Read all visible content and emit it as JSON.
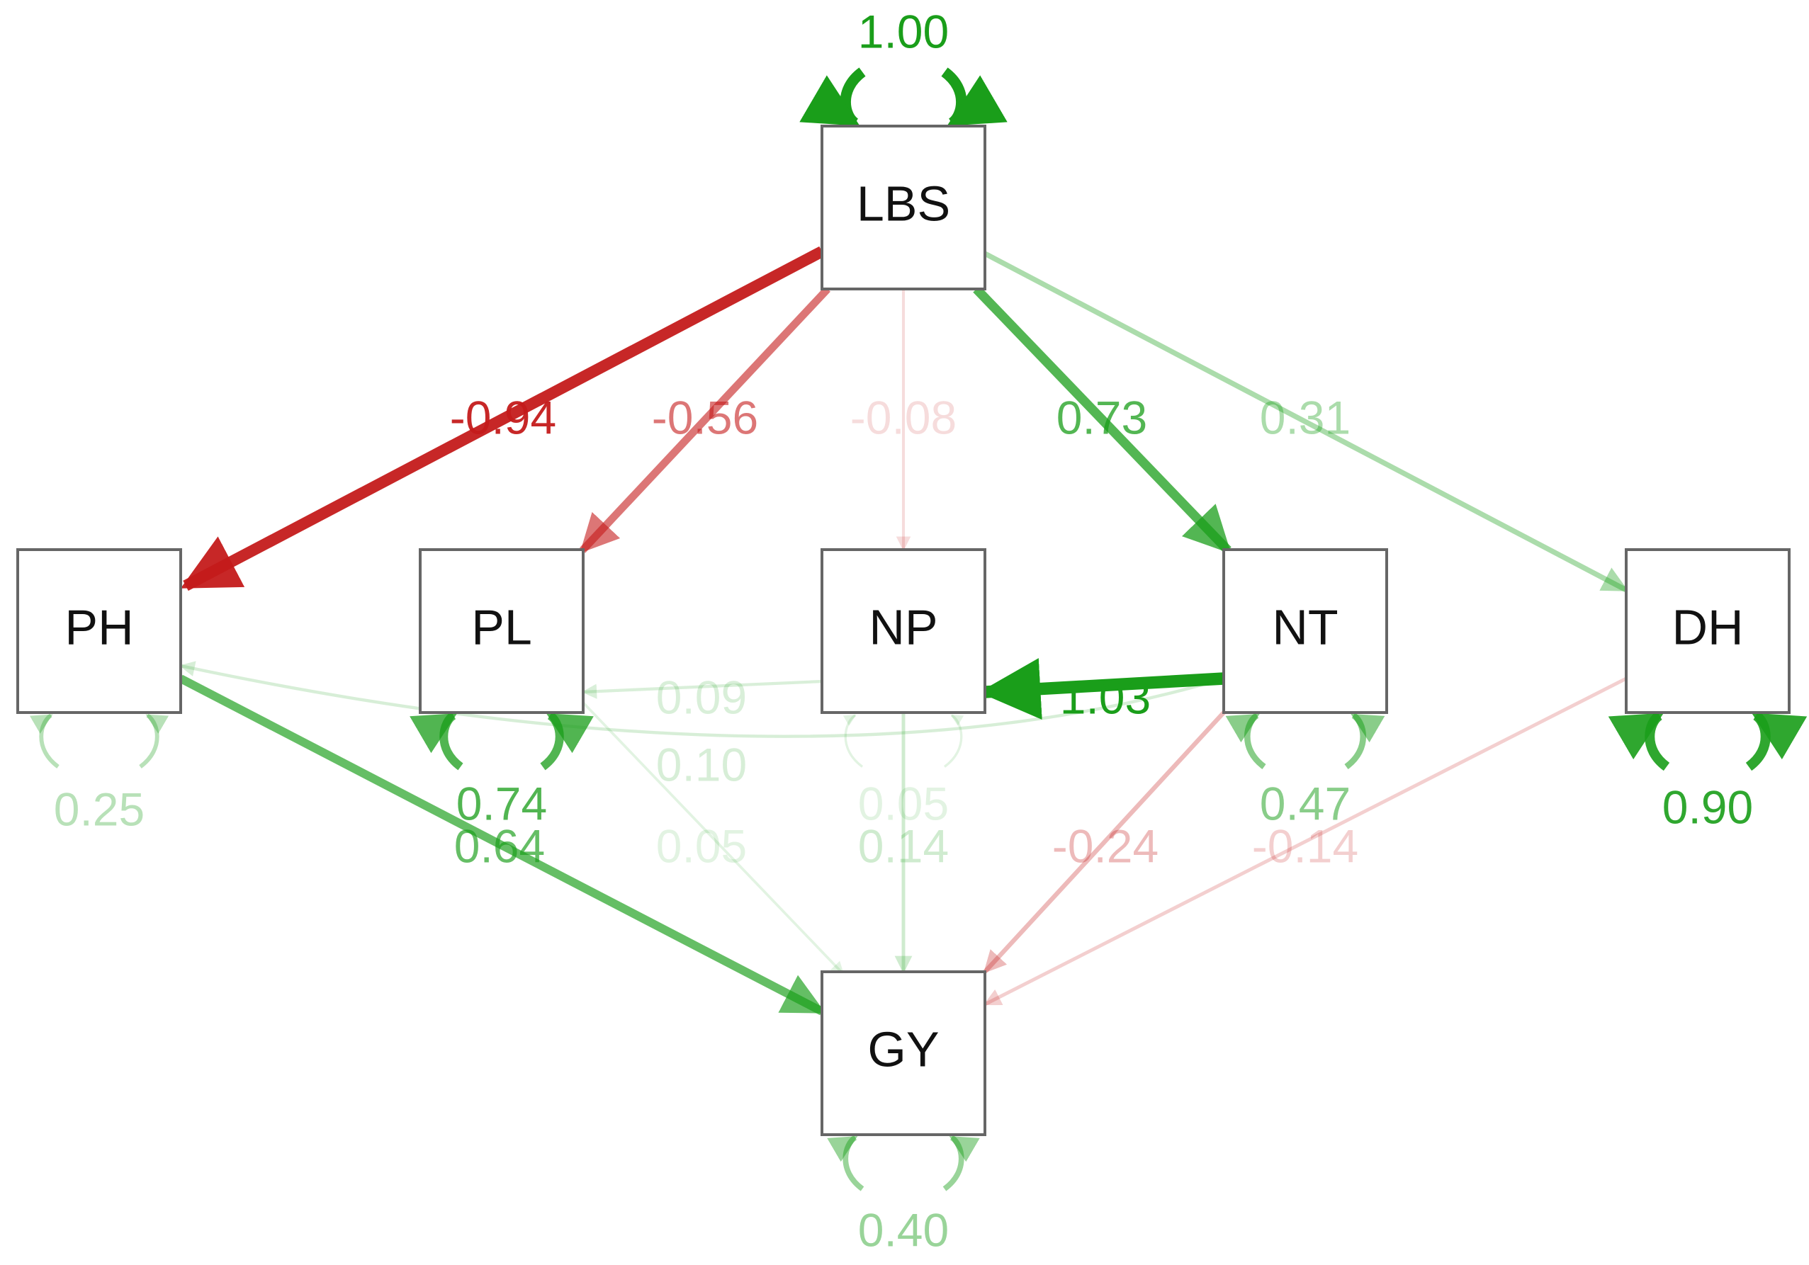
{
  "nodes": [
    {
      "id": "LBS",
      "label": "LBS"
    },
    {
      "id": "PH",
      "label": "PH"
    },
    {
      "id": "PL",
      "label": "PL"
    },
    {
      "id": "NP",
      "label": "NP"
    },
    {
      "id": "NT",
      "label": "NT"
    },
    {
      "id": "DH",
      "label": "DH"
    },
    {
      "id": "GY",
      "label": "GY"
    }
  ],
  "paths": [
    {
      "from": "LBS",
      "to": "PH",
      "label": "-0.94",
      "value": -0.94
    },
    {
      "from": "LBS",
      "to": "PL",
      "label": "-0.56",
      "value": -0.56
    },
    {
      "from": "LBS",
      "to": "NP",
      "label": "-0.08",
      "value": -0.08
    },
    {
      "from": "LBS",
      "to": "NT",
      "label": "0.73",
      "value": 0.73
    },
    {
      "from": "LBS",
      "to": "DH",
      "label": "0.31",
      "value": 0.31
    },
    {
      "from": "NT",
      "to": "NP",
      "label": "1.03",
      "value": 1.03
    },
    {
      "from": "NP",
      "to": "PL",
      "label": "0.09",
      "value": 0.09
    },
    {
      "from": "NT",
      "to": "PH",
      "label": "0.10",
      "value": 0.1
    },
    {
      "from": "PH",
      "to": "GY",
      "label": "0.64",
      "value": 0.64
    },
    {
      "from": "PL",
      "to": "GY",
      "label": "0.05",
      "value": 0.05
    },
    {
      "from": "NP",
      "to": "GY",
      "label": "0.14",
      "value": 0.14
    },
    {
      "from": "NT",
      "to": "GY",
      "label": "-0.24",
      "value": -0.24
    },
    {
      "from": "DH",
      "to": "GY",
      "label": "-0.14",
      "value": -0.14
    }
  ],
  "variances": [
    {
      "node": "LBS",
      "label": "1.00",
      "value": 1.0
    },
    {
      "node": "PH",
      "label": "0.25",
      "value": 0.25
    },
    {
      "node": "PL",
      "label": "0.74",
      "value": 0.74
    },
    {
      "node": "NP",
      "label": "0.05",
      "value": 0.05
    },
    {
      "node": "NT",
      "label": "0.47",
      "value": 0.47
    },
    {
      "node": "DH",
      "label": "0.90",
      "value": 0.9
    },
    {
      "node": "GY",
      "label": "0.40",
      "value": 0.4
    }
  ],
  "colors": {
    "positive": "#1a9e1a",
    "negative": "#c41a1a",
    "node_border": "#666666",
    "node_fill": "#ffffff",
    "text": "#111111"
  }
}
